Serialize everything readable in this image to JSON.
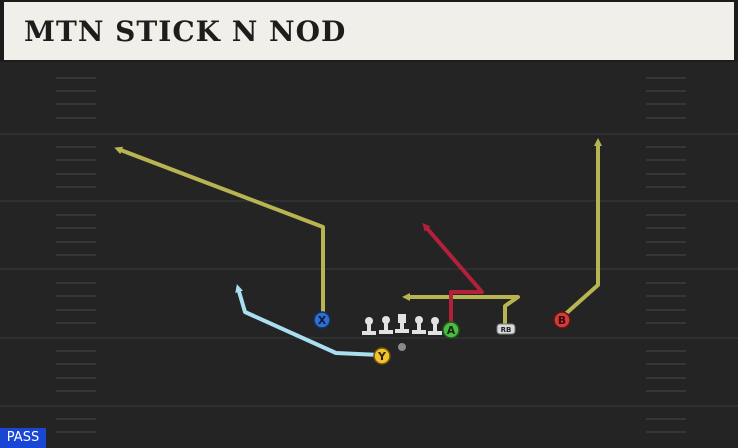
{
  "play": {
    "title": "MTN STICK N NOD",
    "type_badge": "PASS"
  },
  "players": {
    "x": "X",
    "y": "Y",
    "a": "A",
    "b": "B",
    "rb": "RB"
  },
  "colors": {
    "field": "#242424",
    "yard_line": "#3a3a3a",
    "route_primary": "#b9b452",
    "route_read": "#b3203b",
    "route_block": "#a9dff0",
    "x_button": "#2f6fd1",
    "y_button": "#f2c12e",
    "a_button": "#4fba43",
    "b_button": "#d63a3a",
    "badge": "#1a46d6"
  }
}
